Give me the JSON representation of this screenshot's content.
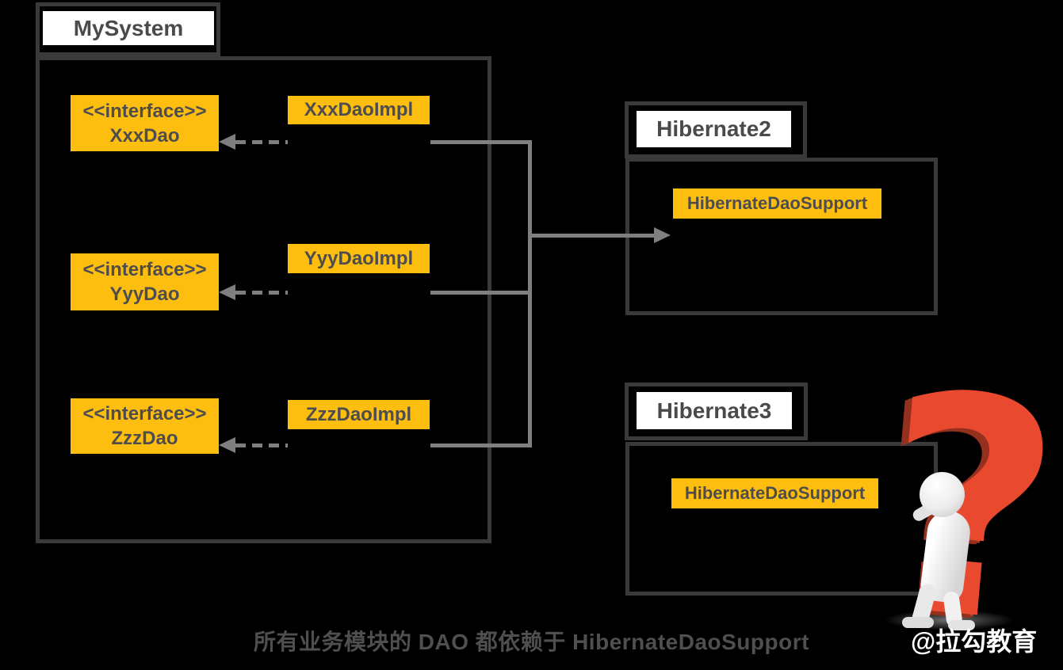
{
  "packages": {
    "mysystem": {
      "label": "MySystem"
    },
    "hibernate2": {
      "label": "Hibernate2",
      "class": "HibernateDaoSupport"
    },
    "hibernate3": {
      "label": "Hibernate3",
      "class": "HibernateDaoSupport"
    }
  },
  "interfaces": [
    {
      "stereotype": "<<interface>>",
      "name": "XxxDao"
    },
    {
      "stereotype": "<<interface>>",
      "name": "YyyDao"
    },
    {
      "stereotype": "<<interface>>",
      "name": "ZzzDao"
    }
  ],
  "implementations": [
    {
      "name": "XxxDaoImpl"
    },
    {
      "name": "YyyDaoImpl"
    },
    {
      "name": "ZzzDaoImpl"
    }
  ],
  "caption": "所有业务模块的 DAO 都依赖于 HibernateDaoSupport",
  "watermark": "@拉勾教育",
  "figure": {
    "question_glyph": "?"
  },
  "colors": {
    "background": "#000000",
    "box_orange": "#FEBE10",
    "border_dark": "#3A3A3A",
    "line_gray": "#7F7F7F",
    "text_dark": "#4D4D4D",
    "tab_white": "#FFFFFF",
    "caption_gray": "#4F4F4F",
    "question_red": "#E8492F",
    "watermark_white": "#FFFFFF"
  }
}
